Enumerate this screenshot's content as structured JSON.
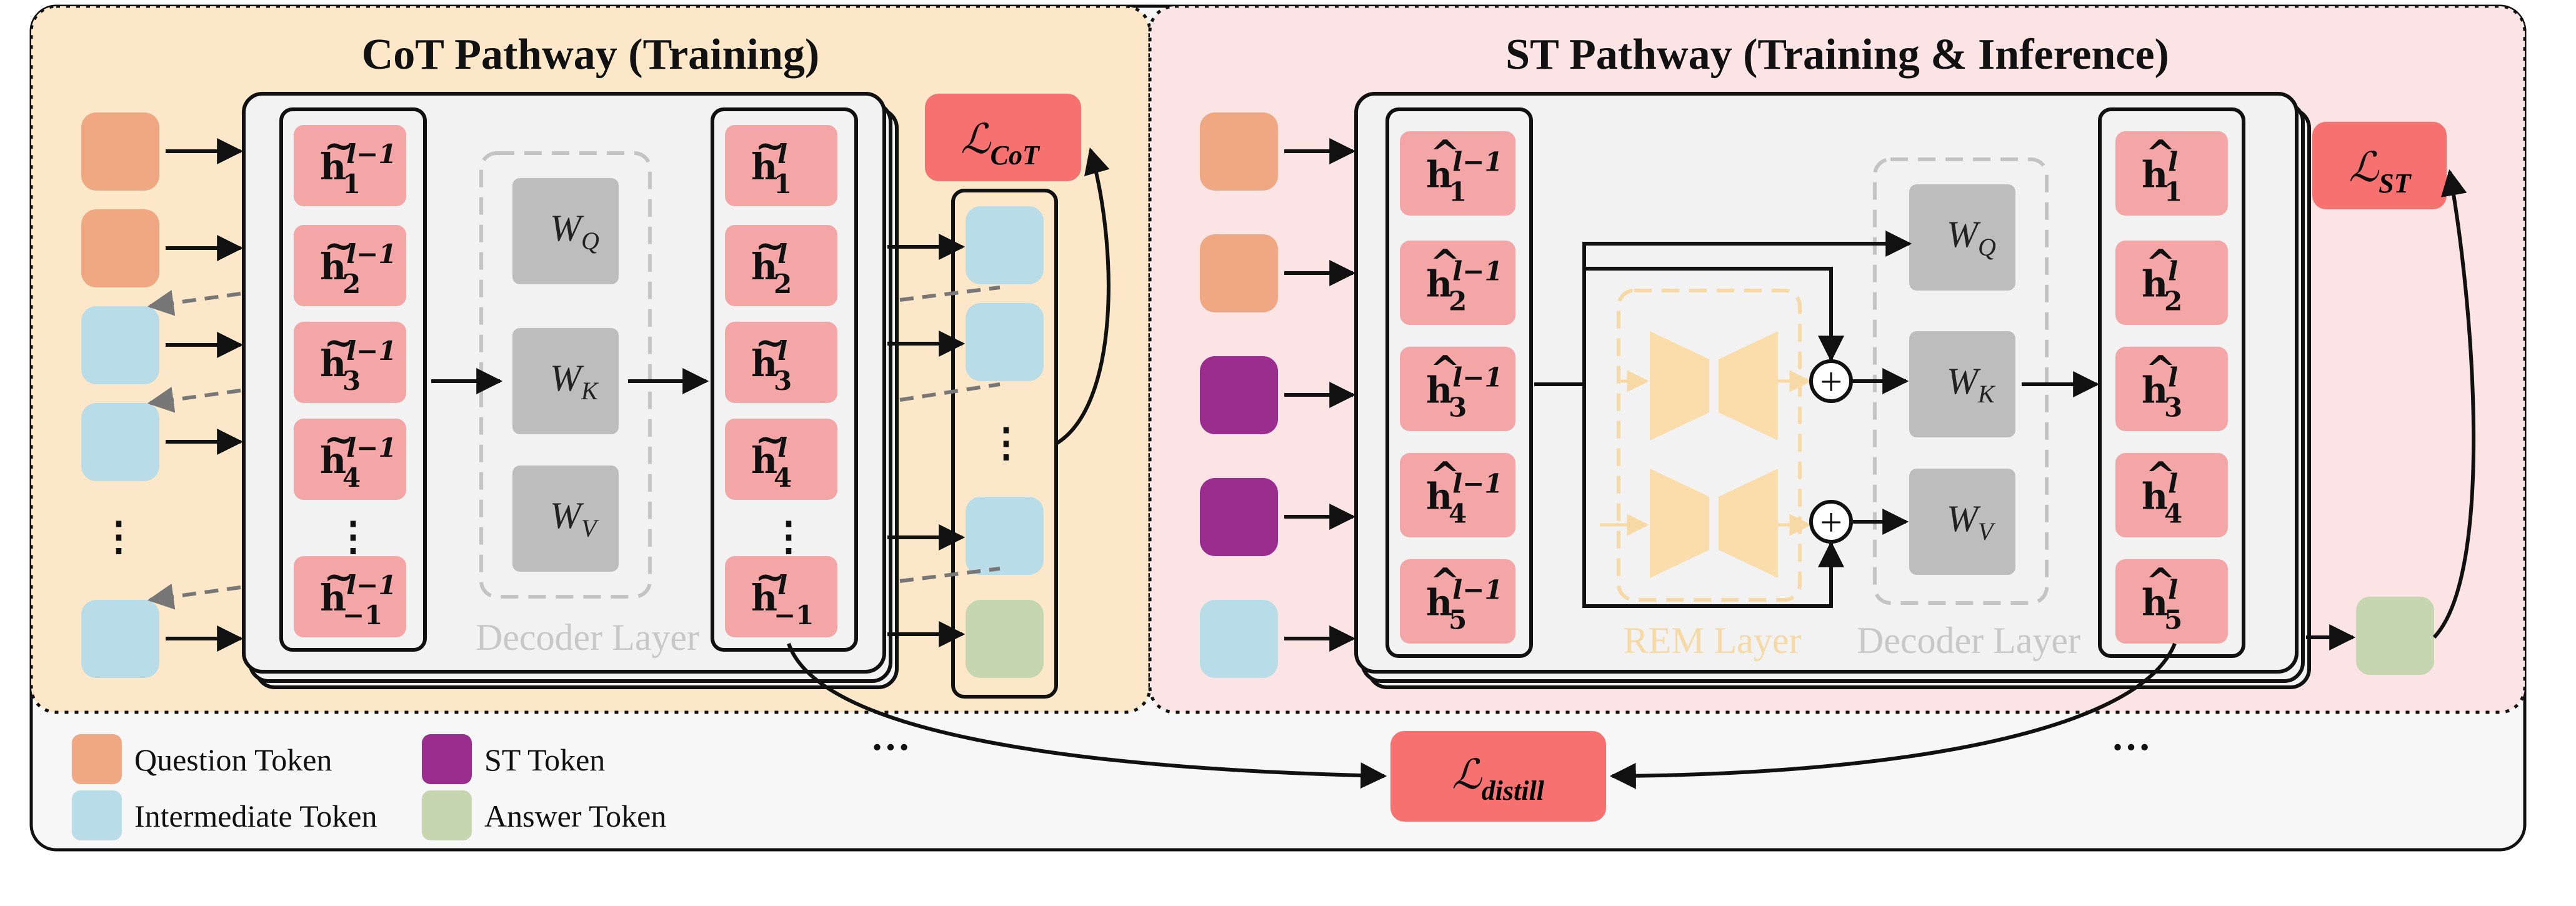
{
  "cot": {
    "title": "CoT Pathway (Training)",
    "hidden_in_sup": "l−1",
    "hidden_out_sup": "l",
    "hidden_subs": [
      "1",
      "2",
      "3",
      "4",
      "−1"
    ],
    "weights": [
      "Q",
      "K",
      "V"
    ],
    "decoder_label": "Decoder Layer",
    "loss_sub": "CoT"
  },
  "st": {
    "title": "ST Pathway (Training & Inference)",
    "hidden_in_sup": "l−1",
    "hidden_out_sup": "l",
    "hidden_subs": [
      "1",
      "2",
      "3",
      "4",
      "5"
    ],
    "weights": [
      "Q",
      "K",
      "V"
    ],
    "rem_label": "REM Layer",
    "decoder_label": "Decoder Layer",
    "loss_sub": "ST"
  },
  "distill_loss_sub": "distill",
  "symbols": {
    "hidden_letter": "h",
    "tilde": "~",
    "hat": "^",
    "weight_letter": "W",
    "loss_letter": "ℒ",
    "vdots": "⋮",
    "ellipsis": "…",
    "plus": "+"
  },
  "legend": [
    {
      "label": "Question Token",
      "color": "#f0a882"
    },
    {
      "label": "ST Token",
      "color": "#9b2d8f"
    },
    {
      "label": "Intermediate Token",
      "color": "#b9dde8"
    },
    {
      "label": "Answer Token",
      "color": "#c5d6b0"
    }
  ],
  "colors": {
    "cot_bg": "#fde7c9",
    "st_bg": "#fde4e4",
    "hidden_box": "#f4a6a6",
    "weight_box": "#bdbdbd",
    "loss_box": "#f87171",
    "rem_fill": "#fbdcab",
    "rem_border": "#f7d9a5",
    "panel": "#f2f2f2",
    "outer_bg": "#f7f7f7"
  }
}
